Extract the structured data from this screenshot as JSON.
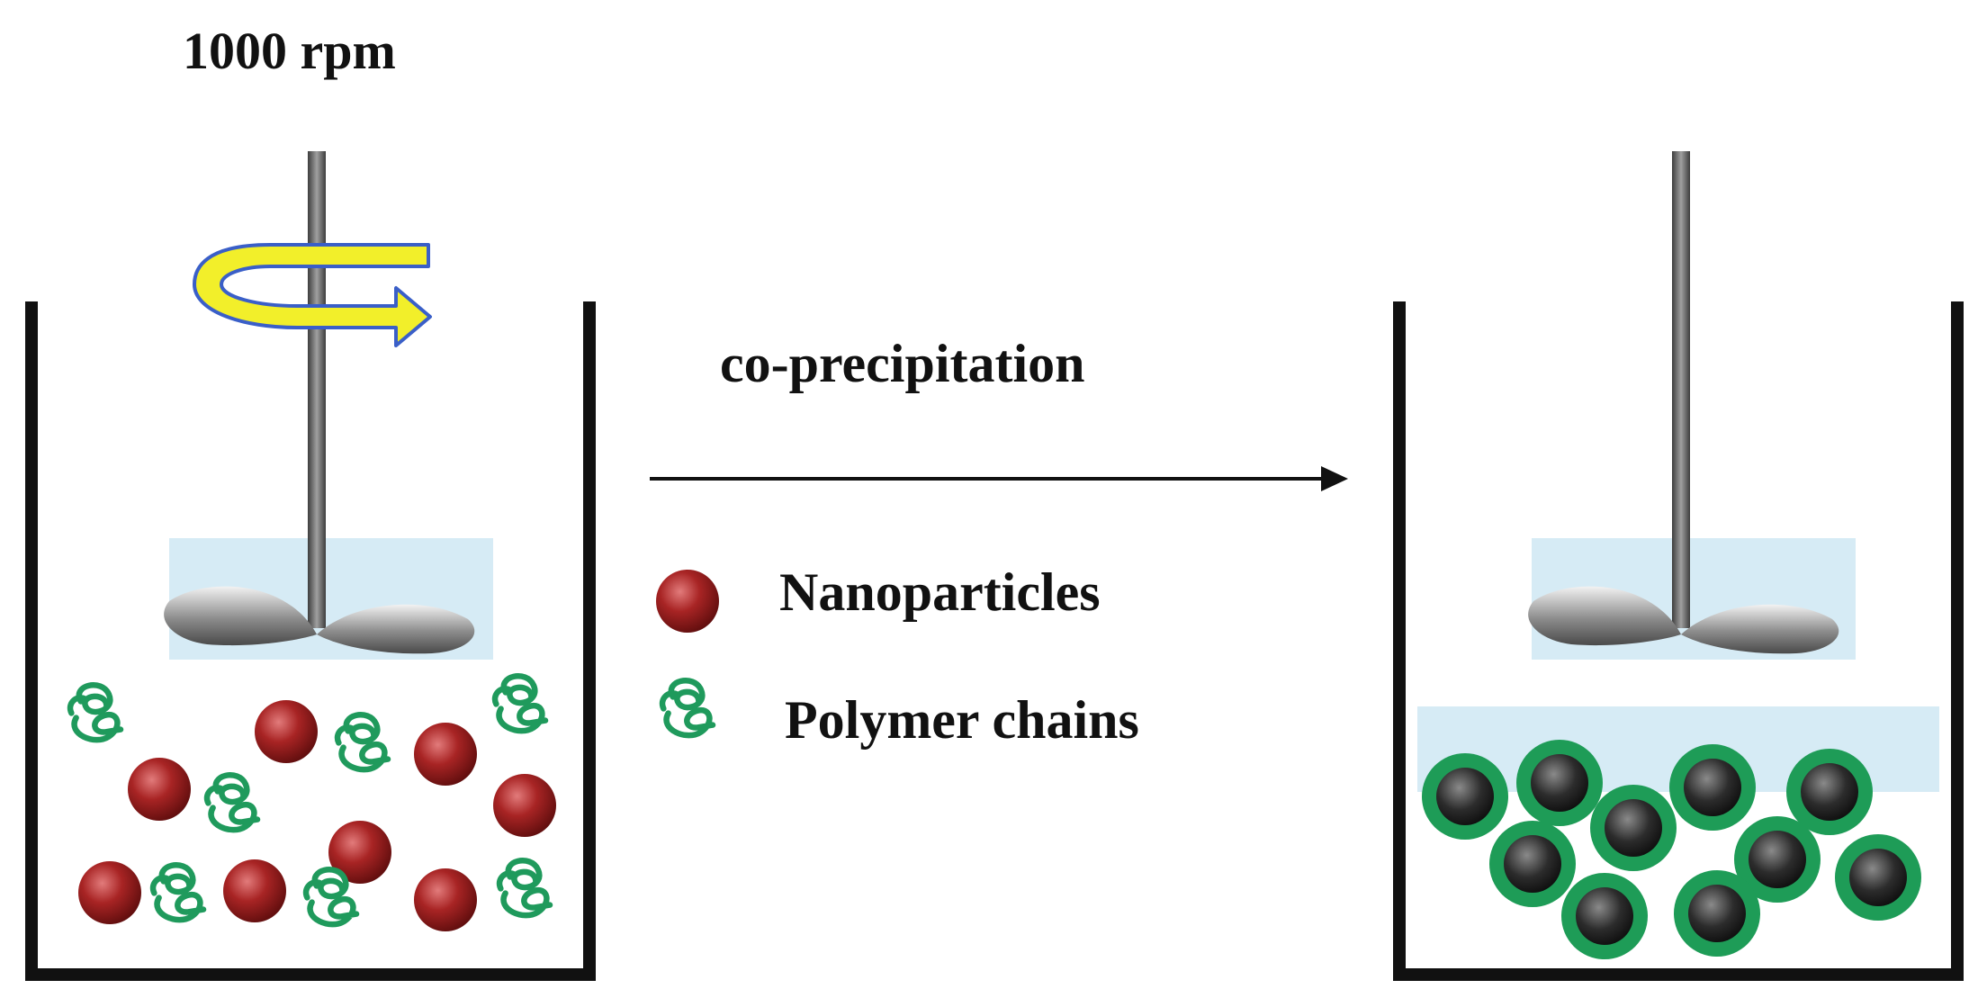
{
  "speed_label": "1000 rpm",
  "process_label": "co-precipitation",
  "legend": {
    "nanoparticles": "Nanoparticles",
    "polymer_chains": "Polymer chains"
  },
  "colors": {
    "nanoparticle": "#8e1d1d",
    "polymer": "#1f9a5c",
    "coated_core": "#2b2b2b",
    "coated_shell": "#1e9c57",
    "rotation_arrow": "#f2ef2a",
    "liquid": "#d6ebf5"
  },
  "icons": {
    "rotation": "rotation-arrow-icon",
    "process_arrow": "arrow-right-icon"
  }
}
